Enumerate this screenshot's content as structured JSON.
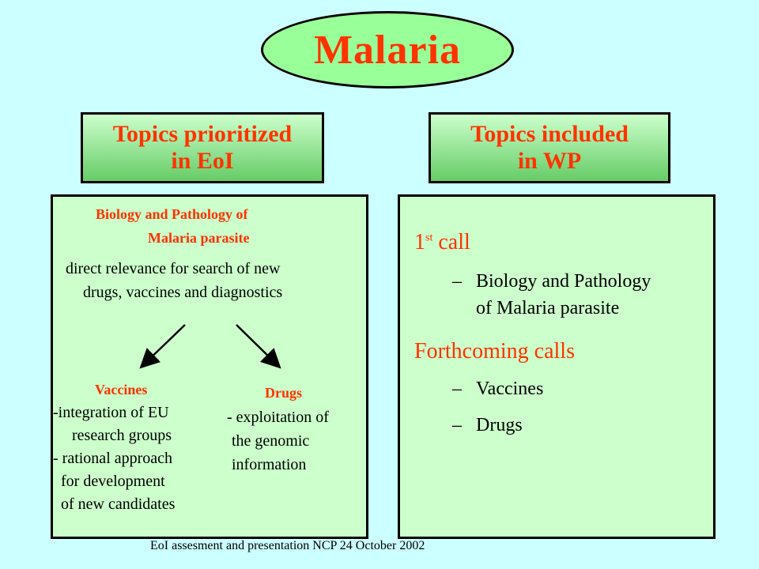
{
  "title": "Malaria",
  "left_header": {
    "line1": "Topics prioritized",
    "line2": "in EoI"
  },
  "right_header": {
    "line1": "Topics included",
    "line2": "in WP"
  },
  "left_panel": {
    "heading_line1": "Biology and Pathology of",
    "heading_line2": "Malaria parasite",
    "desc_line1": "direct relevance for search of new",
    "desc_line2": "drugs, vaccines and diagnostics",
    "vaccines": {
      "label": "Vaccines",
      "lines": [
        "-integration of EU",
        "research groups",
        "- rational approach",
        "for development",
        "of new candidates"
      ]
    },
    "drugs": {
      "label": "Drugs",
      "lines": [
        "- exploitation of",
        "the genomic",
        "information"
      ]
    }
  },
  "right_panel": {
    "first_call_num": "1",
    "first_call_sup": "st",
    "first_call_word": "call",
    "first_items": [
      "Biology and Pathology",
      "of Malaria parasite"
    ],
    "forthcoming": "Forthcoming calls",
    "forthcoming_items": [
      "Vaccines",
      "Drugs"
    ],
    "dash": "–"
  },
  "footer": "EoI assesment and presentation NCP 24 October 2002"
}
